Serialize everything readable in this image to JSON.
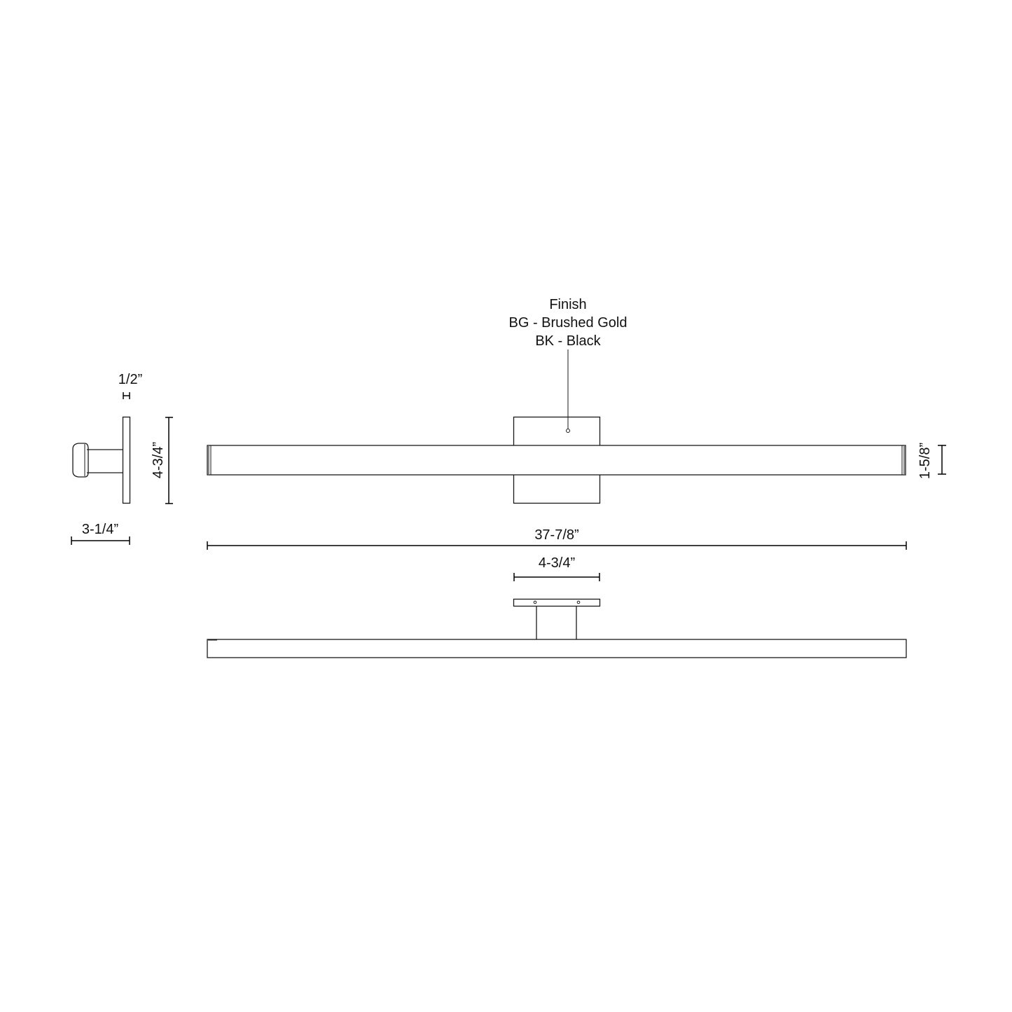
{
  "finish_callout": {
    "heading": "Finish",
    "options": [
      "BG - Brushed Gold",
      "BK - Black"
    ]
  },
  "dimensions": {
    "arm_depth": "1/2”",
    "side_height": "4-3/4”",
    "side_projection": "3-1/4”",
    "overall_width": "37-7/8”",
    "bar_height": "1-5/8”",
    "canopy_width": "4-3/4”"
  }
}
